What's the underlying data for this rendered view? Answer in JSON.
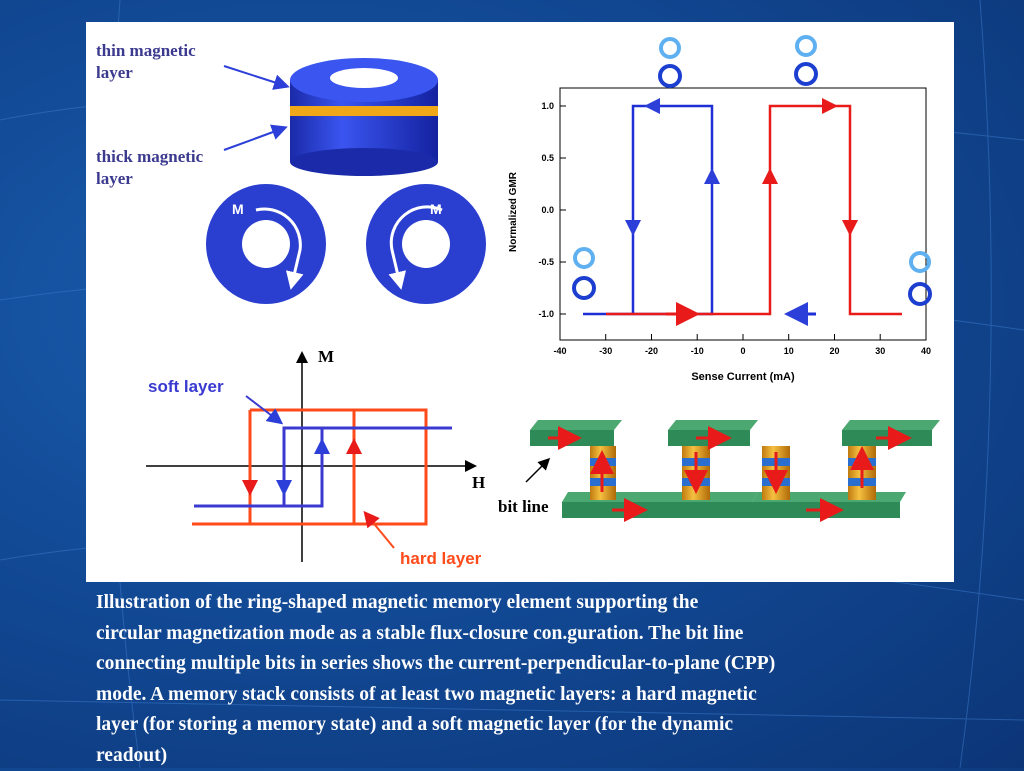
{
  "figure": {
    "ring_labels": {
      "thin_line1": "thin magnetic",
      "thin_line2": "layer",
      "thick_line1": "thick magnetic",
      "thick_line2": "layer",
      "m_left": "M",
      "m_right": "M"
    },
    "hysteresis": {
      "y_axis": "M",
      "x_axis": "H",
      "soft_layer": "soft layer",
      "hard_layer": "hard layer",
      "bit_line": "bit line"
    },
    "gmr_plot": {
      "ylabel": "Normalized GMR",
      "xlabel": "Sense Current (mA)",
      "y_ticks": [
        "1.0",
        "0.5",
        "0.0",
        "-0.5",
        "-1.0"
      ],
      "x_ticks": [
        "-40",
        "-30",
        "-20",
        "-10",
        "0",
        "10",
        "20",
        "30",
        "40"
      ]
    },
    "colors": {
      "blue": "#1f2fd6",
      "red": "#e81a1a",
      "orange": "#ff4a1a",
      "ring_blue": "#2a3fd0",
      "gold": "#e8a21a",
      "green": "#2e8b57"
    }
  },
  "caption": {
    "line1": "Illustration of the ring-shaped magnetic memory element supporting the",
    "line2": "circular magnetization mode as a stable flux-closure con.guration. The bit line",
    "line3": "connecting multiple bits in series shows the current-perpendicular-to-plane (CPP)",
    "line4": "mode. A memory stack consists of at least two magnetic layers: a hard magnetic",
    "line5": "layer (for storing a memory state) and a soft magnetic layer (for the dynamic",
    "line6": "readout)"
  }
}
